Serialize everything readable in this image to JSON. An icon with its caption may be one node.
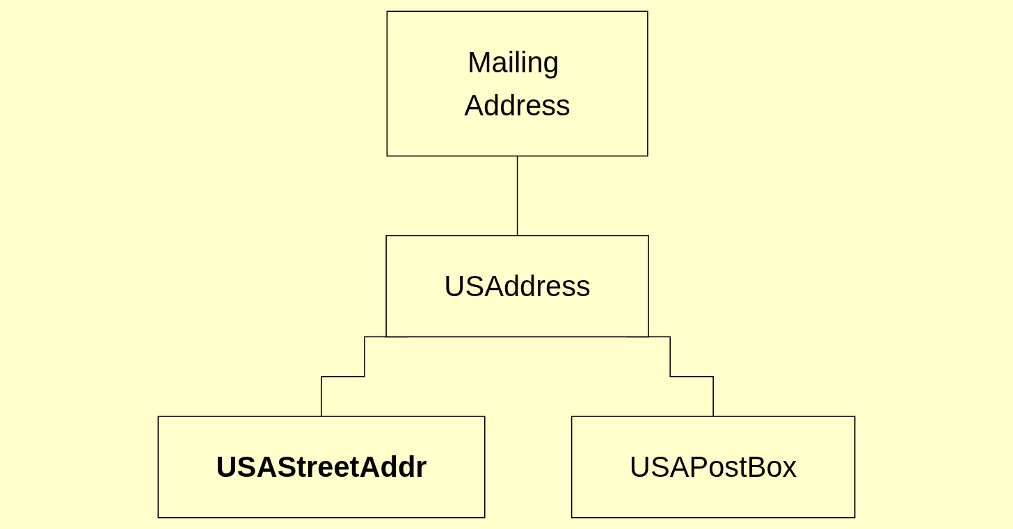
{
  "diagram": {
    "nodes": [
      {
        "text": [
          "Mailing Address"
        ]
      },
      {
        "text": [
          "USAddress"
        ]
      },
      {
        "text": [
          "USAStreetAddr"
        ]
      },
      {
        "text": [
          "USAPostBox"
        ]
      }
    ],
    "edges": [
      {
        "from": 0,
        "to": 1,
        "arrow": "none"
      },
      {
        "from": 1,
        "to": 2,
        "arrow": "none"
      },
      {
        "from": 1,
        "to": 3,
        "arrow": "none"
      }
    ]
  }
}
